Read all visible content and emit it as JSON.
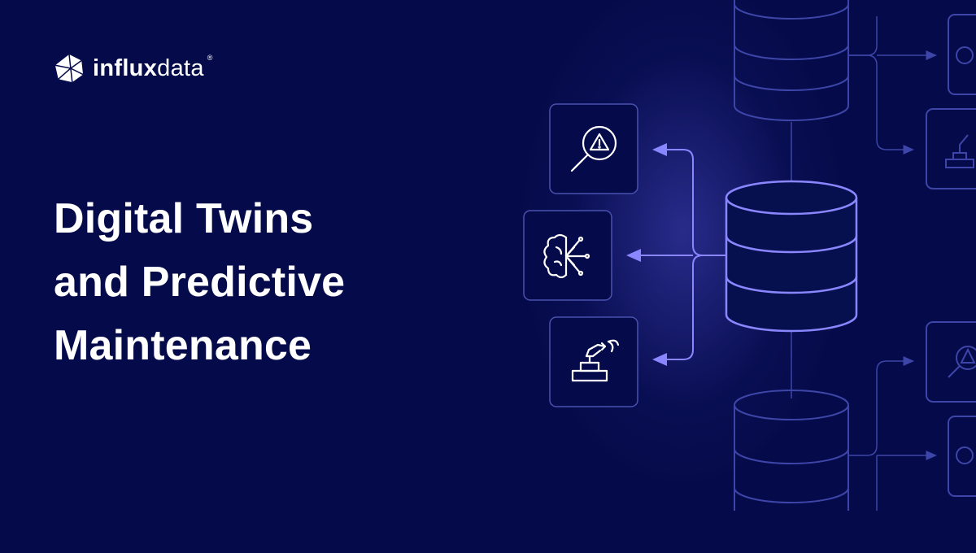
{
  "brand": {
    "wordmark_bold": "influx",
    "wordmark_light": "data",
    "registered_mark": "®",
    "icon": "influxdata-logo-icon"
  },
  "headline": {
    "lines": [
      "Digital Twins",
      "and Predictive",
      "Maintenance"
    ]
  },
  "illustration": {
    "icons": [
      "magnifier-warning-icon",
      "brain-network-icon",
      "robot-arm-icon"
    ]
  },
  "colors": {
    "background": "#050b4a",
    "accent": "#8a86ff",
    "line_faint": "#3d45a8",
    "text": "#ffffff"
  }
}
